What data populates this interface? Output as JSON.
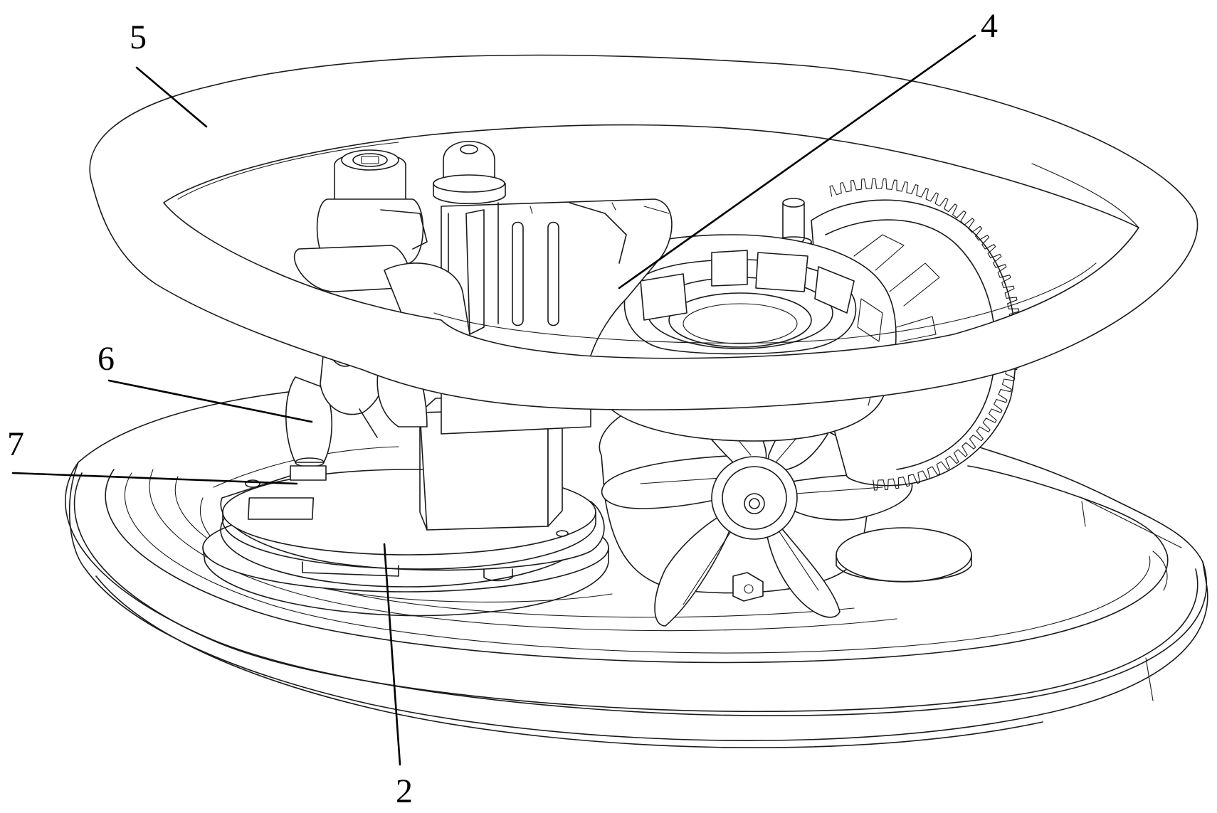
{
  "labels": {
    "label_5": "5",
    "label_4": "4",
    "label_6": "6",
    "label_7": "7",
    "label_2": "2"
  }
}
